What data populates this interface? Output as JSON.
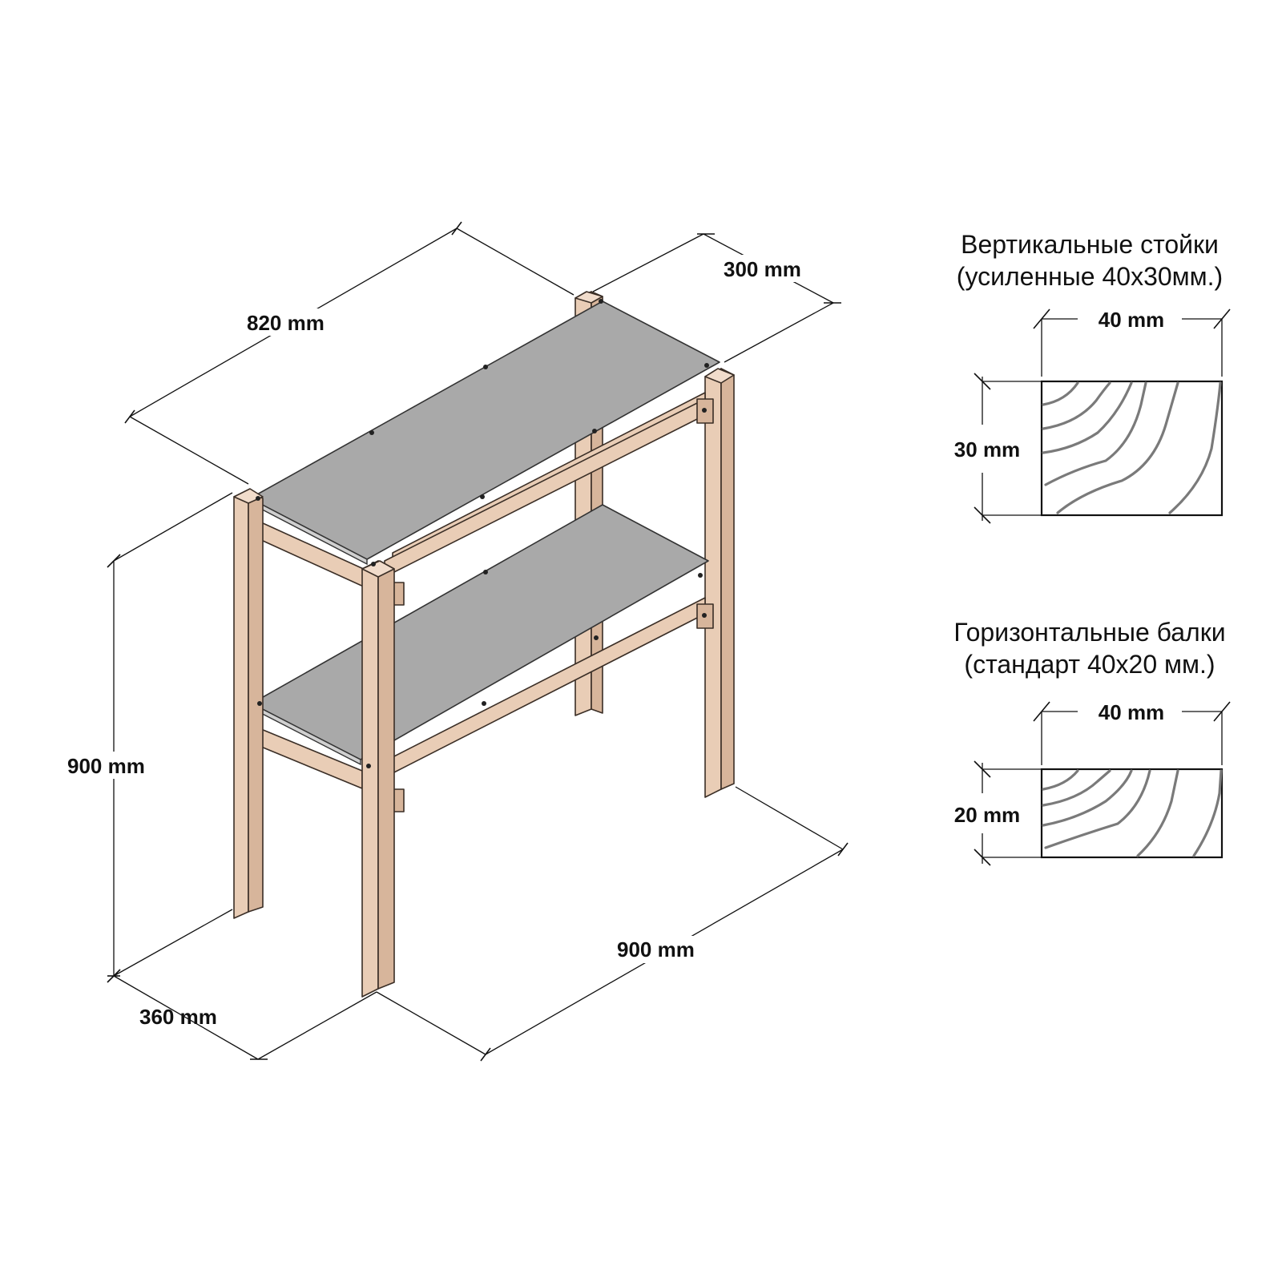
{
  "dimensions": {
    "top_length": "820 mm",
    "top_depth": "300 mm",
    "height": "900 mm",
    "bottom_length": "900 mm",
    "bottom_depth": "360 mm"
  },
  "vertical_posts": {
    "title_line1": "Вертикальные стойки",
    "title_line2": "(усиленные 40х30мм.)",
    "width": "40 mm",
    "height": "30 mm"
  },
  "horizontal_beams": {
    "title_line1": "Горизонтальные балки",
    "title_line2": "(стандарт 40х20 мм.)",
    "width": "40 mm",
    "height": "20 mm"
  },
  "colors": {
    "wood": "#e9cdb6",
    "shelf": "#a9a9a9",
    "grain": "#7a7a7a"
  }
}
